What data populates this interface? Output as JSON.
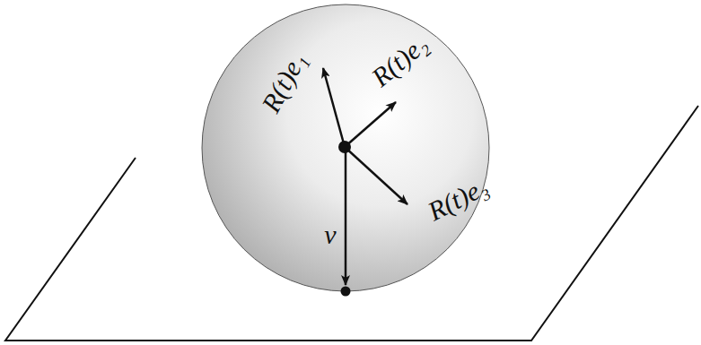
{
  "diagram": {
    "labels": [
      "R(t)e₁",
      "R(t)e₂",
      "R(t)e₃",
      "ν"
    ]
  }
}
